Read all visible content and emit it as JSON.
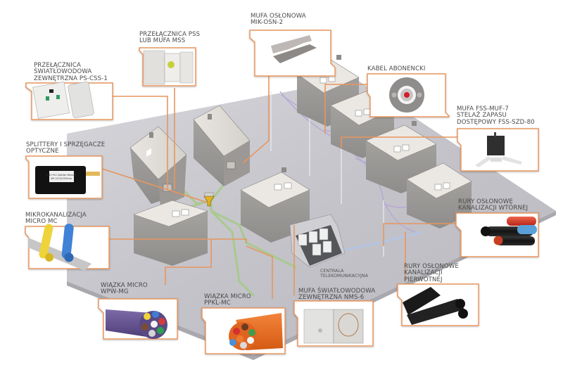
{
  "diagram": {
    "type": "fiber-network-isometric-illustration",
    "accent_color": "#e8955e",
    "cable_color": "#a9c98f",
    "platform_color": "#c9c9ce",
    "components": [
      {
        "id": "mufa-oslonowa",
        "lines": [
          "MUFA OSŁONOWA",
          "MIK-OSN-2"
        ]
      },
      {
        "id": "przelacznica-pss",
        "lines": [
          "PRZEŁĄCZNICA PSS",
          "LUB MUFA MSS"
        ]
      },
      {
        "id": "przelacznica-ps-css",
        "lines": [
          "PRZEŁĄCZNICA",
          "ŚWIATŁOWODOWA",
          "ZEWNĘTRZNA PS-CSS-1"
        ]
      },
      {
        "id": "kabel-abonencki",
        "lines": [
          "KABEL ABONENCKI"
        ]
      },
      {
        "id": "mufa-fss",
        "lines": [
          "MUFA FSS-MUF-7",
          "STELAŻ ZAPASU",
          "DOSTĘPOWY FSS-SZD-80"
        ]
      },
      {
        "id": "splittery",
        "lines": [
          "SPLITTERY I SPRZĘGACZE",
          "OPTYCZNE"
        ]
      },
      {
        "id": "mikrokanalizacja",
        "lines": [
          "MIKROKANALIZACJA",
          "MICRO MC"
        ]
      },
      {
        "id": "rury-wtornej",
        "lines": [
          "RURY OSŁONOWE",
          "KANALIZACJI WTÓRNEJ"
        ]
      },
      {
        "id": "rury-pierwotnej",
        "lines": [
          "RURY OSŁONOWE",
          "KANALIZACJI",
          "PIERWOTNEJ"
        ]
      },
      {
        "id": "wiazka-wpw",
        "lines": [
          "WIĄZKA MICRO",
          "WPW-MG"
        ]
      },
      {
        "id": "wiazka-ppkl",
        "lines": [
          "WIĄZKA MICRO",
          "PPKL-MC"
        ]
      },
      {
        "id": "mufa-nms",
        "lines": [
          "MUFA ŚWIATŁOWODOWA",
          "ZEWNĘTRZNA NMS-6"
        ]
      }
    ],
    "central_office_label": [
      "CENTRALA",
      "TELEKOMUNIKACYJNA"
    ],
    "splitter_module_text": [
      "1x32 PLC Splitter Module",
      "SM 1310/1550nm"
    ]
  }
}
